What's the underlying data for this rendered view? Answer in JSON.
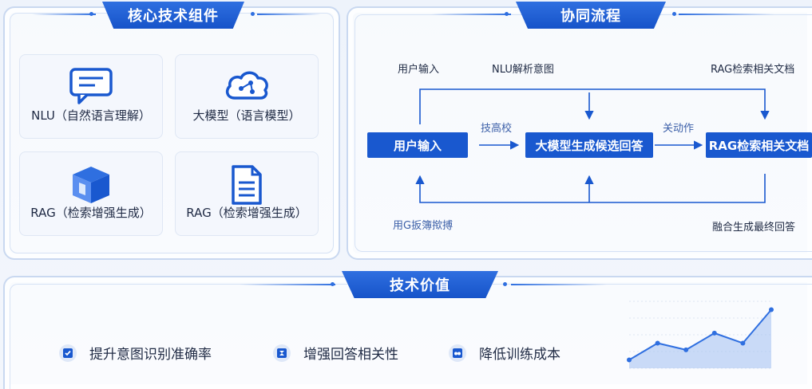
{
  "sections": {
    "components_title": "核心技术组件",
    "flow_title": "协同流程",
    "value_title": "技术价值"
  },
  "components": [
    {
      "label": "NLU（自然语言理解）",
      "icon": "message-icon"
    },
    {
      "label": "大模型（语言模型）",
      "icon": "cloud-network-icon"
    },
    {
      "label": "RAG（检索增强生成）",
      "icon": "cube-icon"
    },
    {
      "label": "RAG（检索增强生成）",
      "icon": "document-icon"
    }
  ],
  "flow": {
    "top_labels": [
      "用户输入",
      "NLU解析意图",
      "RAG检索相关文档"
    ],
    "boxes": [
      "用户输入",
      "大模型生成候选回答",
      "RAG检索相关文档"
    ],
    "arrow_labels": [
      "技高校",
      "关动作"
    ],
    "bottom_labels": [
      "用G扳簿揿搏",
      "融合生成最终回答"
    ]
  },
  "values": [
    {
      "label": "提升意图识别准确率",
      "icon": "check-shield-icon"
    },
    {
      "label": "增强回答相关性",
      "icon": "hourglass-icon"
    },
    {
      "label": "降低训练成本",
      "icon": "coin-icon"
    }
  ],
  "chart_data": {
    "type": "area",
    "x": [
      1,
      2,
      3,
      4,
      5,
      6
    ],
    "values": [
      10,
      30,
      22,
      42,
      30,
      70
    ],
    "ylim": [
      0,
      80
    ],
    "colors": {
      "line": "#2f6fe0",
      "fill": "#a9c4f2"
    }
  }
}
